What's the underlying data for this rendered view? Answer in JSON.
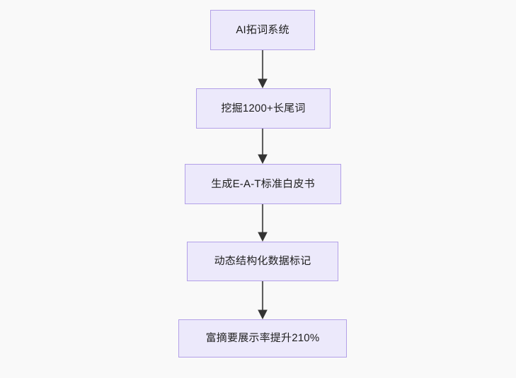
{
  "diagram": {
    "type": "flowchart",
    "direction": "top-to-bottom",
    "background_color": "#f9f9f9",
    "node_fill_color": "#ece9fb",
    "node_border_color": "#b3a0e8",
    "node_text_color": "#1f1f1f",
    "edge_color": "#5f5f5f",
    "arrowhead_color": "#333333",
    "nodes": [
      {
        "id": "n0",
        "label": "AI拓词系统"
      },
      {
        "id": "n1",
        "label": "挖掘1200+长尾词"
      },
      {
        "id": "n2",
        "label": "生成E-A-T标准白皮书"
      },
      {
        "id": "n3",
        "label": "动态结构化数据标记"
      },
      {
        "id": "n4",
        "label": "富摘要展示率提升210%"
      }
    ],
    "edges": [
      {
        "from": "n0",
        "to": "n1",
        "label": ""
      },
      {
        "from": "n1",
        "to": "n2",
        "label": ""
      },
      {
        "from": "n2",
        "to": "n3",
        "label": ""
      },
      {
        "from": "n3",
        "to": "n4",
        "label": ""
      }
    ]
  }
}
